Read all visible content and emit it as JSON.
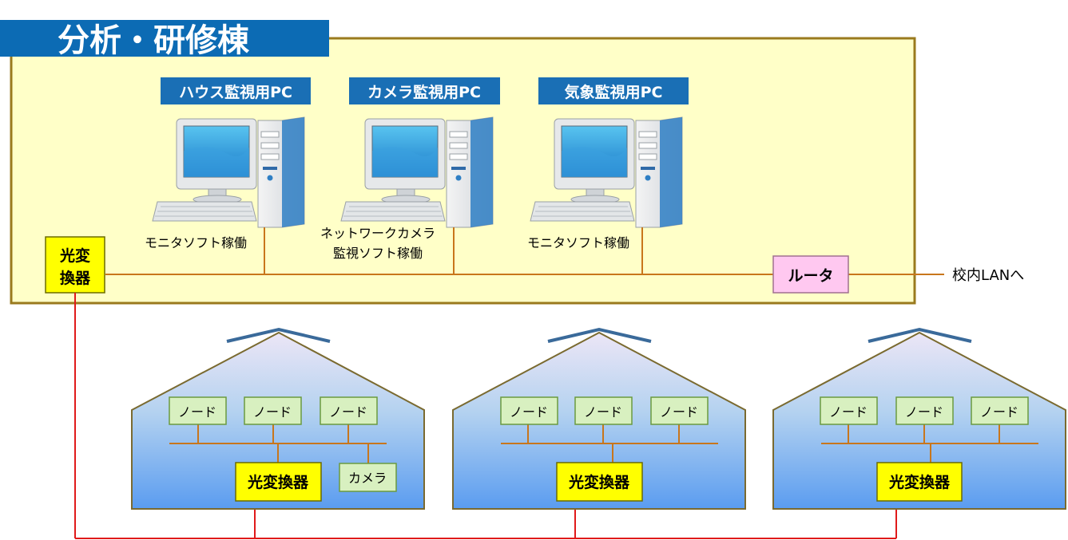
{
  "building": {
    "title": "分析・研修棟",
    "pcs": [
      {
        "label": "ハウス監視用PC",
        "caption": [
          "モニタソフト稼働"
        ]
      },
      {
        "label": "カメラ監視用PC",
        "caption": [
          "ネットワークカメラ",
          "監視ソフト稼働"
        ]
      },
      {
        "label": "気象監視用PC",
        "caption": [
          "モニタソフト稼働"
        ]
      }
    ],
    "converter": [
      "光変",
      "換器"
    ],
    "router": "ルータ",
    "lan_label": "校内LANへ"
  },
  "houses": [
    {
      "nodes": [
        "ノード",
        "ノード",
        "ノード"
      ],
      "converter": "光変換器",
      "camera": "カメラ"
    },
    {
      "nodes": [
        "ノード",
        "ノード",
        "ノード"
      ],
      "converter": "光変換器"
    },
    {
      "nodes": [
        "ノード",
        "ノード",
        "ノード"
      ],
      "converter": "光変換器"
    }
  ],
  "colors": {
    "building_fill": "#ffffc8",
    "building_border": "#9a7a1e",
    "title_bg": "#0c6bb4",
    "label_bg": "#1a6fb5",
    "lan_line": "#c8761c",
    "fiber_line": "#e01a1a",
    "converter_fill": "#ffff00",
    "router_fill": "#ffc8f0",
    "node_fill": "#d8f0c0",
    "node_border": "#6a9a40",
    "roof": "#3a6a9a"
  }
}
